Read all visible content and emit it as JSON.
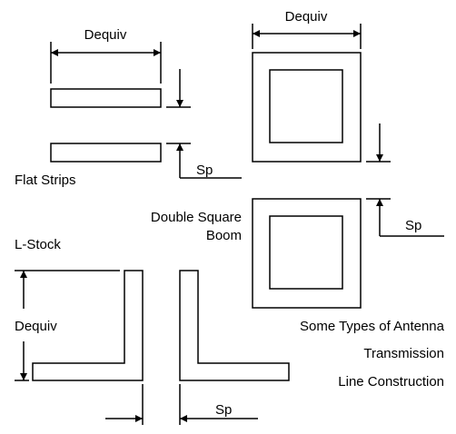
{
  "labels": {
    "deq_flat": "Dequiv",
    "deq_square": "Dequiv",
    "sp_flat": "Sp",
    "flat_strips": "Flat Strips",
    "sp_square": "Sp",
    "double_square_1": "Double Square",
    "double_square_2": "Boom",
    "l_stock": "L-Stock",
    "deq_l": "Dequiv",
    "caption_1": "Some Types of Antenna",
    "caption_2": "Transmission",
    "caption_3": "Line Construction",
    "sp_l": "Sp"
  }
}
